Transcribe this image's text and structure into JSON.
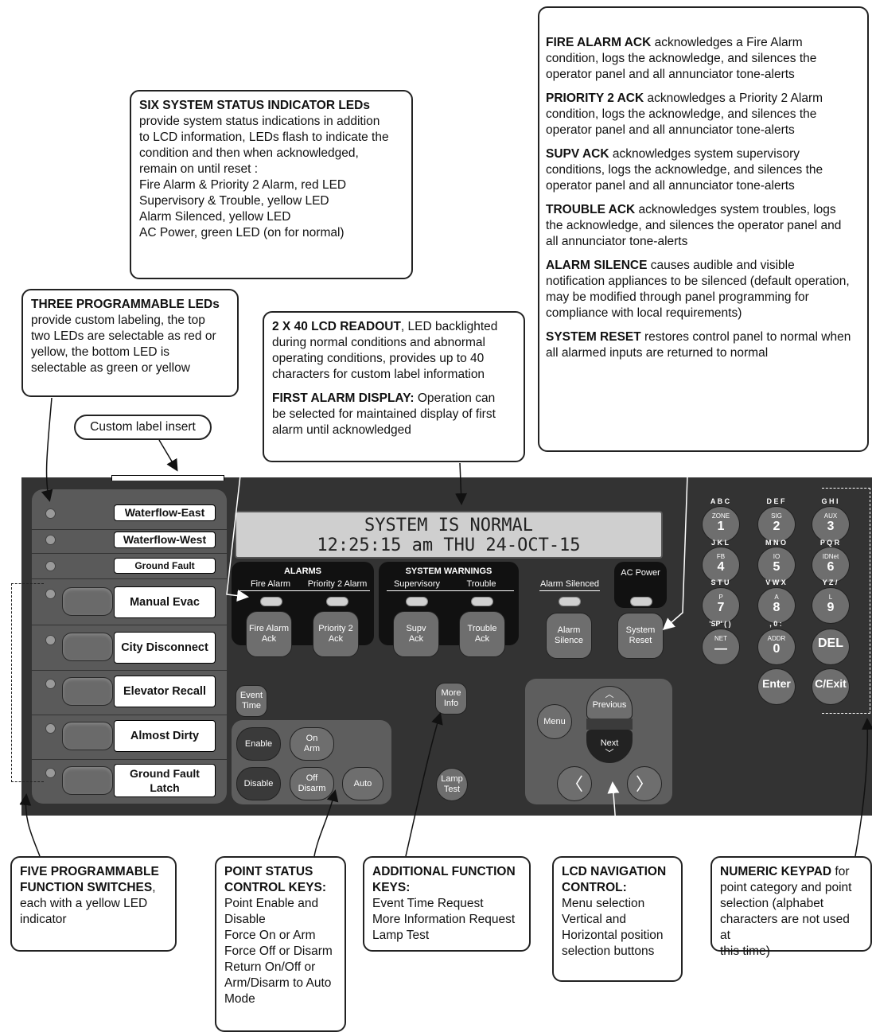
{
  "callouts": {
    "right_box": {
      "p1_bold": "FIRE ALARM ACK",
      "p1_l1": " acknowledges a Fire Alarm",
      "p1_l2": "condition, logs the acknowledge, and silences the",
      "p1_l3": "operator panel and all annunciator tone-alerts",
      "p2_bold": "PRIORITY 2 ACK",
      "p2_l1": " acknowledges a Priority 2 Alarm",
      "p2_l2": "condition, logs the acknowledge, and silences the",
      "p2_l3": "operator panel and all annunciator tone-alerts",
      "p3_bold": "SUPV ACK",
      "p3_l1": " acknowledges system supervisory",
      "p3_l2": "conditions, logs the acknowledge, and silences the",
      "p3_l3": "operator panel and all annunciator tone-alerts",
      "p4_bold": "TROUBLE ACK",
      "p4_l1": " acknowledges system troubles, logs",
      "p4_l2": "the acknowledge, and silences the operator panel and",
      "p4_l3": "all annunciator tone-alerts",
      "p5_bold": "ALARM SILENCE",
      "p5_l1": " causes audible and visible",
      "p5_l2": "notification appliances to be silenced (default operation,",
      "p5_l3": "may be modified through panel programming for",
      "p5_l4": "compliance with local requirements)",
      "p6_bold": "SYSTEM RESET",
      "p6_l1": " restores control panel to normal when",
      "p6_l2": "all alarmed inputs are returned to normal"
    },
    "status_leds": {
      "title": "SIX SYSTEM STATUS INDICATOR LEDs",
      "lines": [
        "provide system status indications in addition",
        "to LCD information, LEDs flash to indicate the",
        "condition and then when acknowledged,",
        "remain on until reset :",
        "Fire Alarm & Priority 2 Alarm, red LED",
        "Supervisory & Trouble, yellow LED",
        "Alarm Silenced, yellow LED",
        "AC Power, green LED (on for normal)"
      ]
    },
    "prog_leds": {
      "title": "THREE PROGRAMMABLE LEDs",
      "lines": [
        "provide custom labeling, the top",
        "two LEDs are selectable as red or",
        "yellow, the bottom LED is",
        "selectable as green or yellow"
      ]
    },
    "lcd": {
      "title": "2 X 40 LCD READOUT",
      "l1": ", LED backlighted",
      "lines": [
        "during normal conditions and abnormal",
        "operating conditions, provides up to 40",
        "characters for custom label information"
      ],
      "title2": "FIRST ALARM DISPLAY:",
      "l2": " Operation can",
      "lines2": [
        "be selected for maintained display of first",
        "alarm until acknowledged"
      ]
    },
    "custom_label": "Custom label insert",
    "func_switches": {
      "title1": "FIVE PROGRAMMABLE",
      "title2": "FUNCTION SWITCHES",
      "l1": ",",
      "lines": [
        "each with a yellow LED",
        "indicator"
      ]
    },
    "point_status": {
      "title1": "POINT STATUS",
      "title2": "CONTROL KEYS:",
      "lines": [
        "Point Enable and",
        "Disable",
        "Force On or Arm",
        "Force Off or Disarm",
        "Return On/Off or",
        "Arm/Disarm to Auto",
        "Mode"
      ]
    },
    "additional": {
      "title1": "ADDITIONAL FUNCTION",
      "title2": "KEYS:",
      "lines": [
        "Event Time Request",
        "More Information Request",
        "Lamp Test"
      ]
    },
    "navigation": {
      "title1": "LCD NAVIGATION",
      "title2": "CONTROL:",
      "lines": [
        "Menu selection",
        "Vertical and",
        "Horizontal position",
        "selection buttons"
      ]
    },
    "keypad": {
      "title": "NUMERIC KEYPAD",
      "l1": " for",
      "lines": [
        "point category and point",
        "selection (alphabet",
        "characters are not used at",
        "this time)"
      ]
    }
  },
  "lcd_display": {
    "line1": "SYSTEM IS NORMAL",
    "line2": "12:25:15 am  THU 24-OCT-15"
  },
  "labels": [
    "Waterflow-East",
    "Waterflow-West",
    "Ground Fault",
    "Manual Evac",
    "City Disconnect",
    "Elevator Recall",
    "Almost Dirty",
    "Ground Fault",
    "Latch"
  ],
  "groups": {
    "alarms": "ALARMS",
    "fire_alarm": "Fire Alarm",
    "priority2": "Priority 2 Alarm",
    "warnings": "SYSTEM WARNINGS",
    "supervisory": "Supervisory",
    "trouble": "Trouble",
    "alarm_silenced": "Alarm Silenced",
    "ac_power": "AC Power"
  },
  "buttons": {
    "fire_ack": [
      "Fire Alarm",
      "Ack"
    ],
    "p2_ack": [
      "Priority 2",
      "Ack"
    ],
    "supv_ack": [
      "Supv",
      "Ack"
    ],
    "trouble_ack": [
      "Trouble",
      "Ack"
    ],
    "alarm_silence": [
      "Alarm",
      "Silence"
    ],
    "system_reset": [
      "System",
      "Reset"
    ],
    "event_time": [
      "Event",
      "Time"
    ],
    "more_info": [
      "More",
      "Info"
    ],
    "lamp_test": [
      "Lamp",
      "Test"
    ],
    "enable": "Enable",
    "disable": "Disable",
    "on_arm": [
      "On",
      "Arm"
    ],
    "off_disarm": [
      "Off",
      "Disarm"
    ],
    "auto": "Auto",
    "menu": "Menu",
    "previous": "Previous",
    "next": "Next"
  },
  "keypad": {
    "letters": [
      "A B C",
      "D E F",
      "G H I",
      "J K L",
      "M N O",
      "P Q R",
      "S T U",
      "V W X",
      "Y Z /",
      "'SP' ( )",
      ", 0 :"
    ],
    "keys": [
      {
        "sub": "ZONE",
        "num": "1"
      },
      {
        "sub": "SIG",
        "num": "2"
      },
      {
        "sub": "AUX",
        "num": "3"
      },
      {
        "sub": "FB",
        "num": "4"
      },
      {
        "sub": "IO",
        "num": "5"
      },
      {
        "sub": "IDNet",
        "num": "6"
      },
      {
        "sub": "P",
        "num": "7"
      },
      {
        "sub": "A",
        "num": "8"
      },
      {
        "sub": "L",
        "num": "9"
      },
      {
        "sub": "NET",
        "num": "—"
      },
      {
        "sub": "ADDR",
        "num": "0"
      }
    ],
    "del": "DEL",
    "enter": "Enter",
    "cexit": "C/Exit"
  }
}
